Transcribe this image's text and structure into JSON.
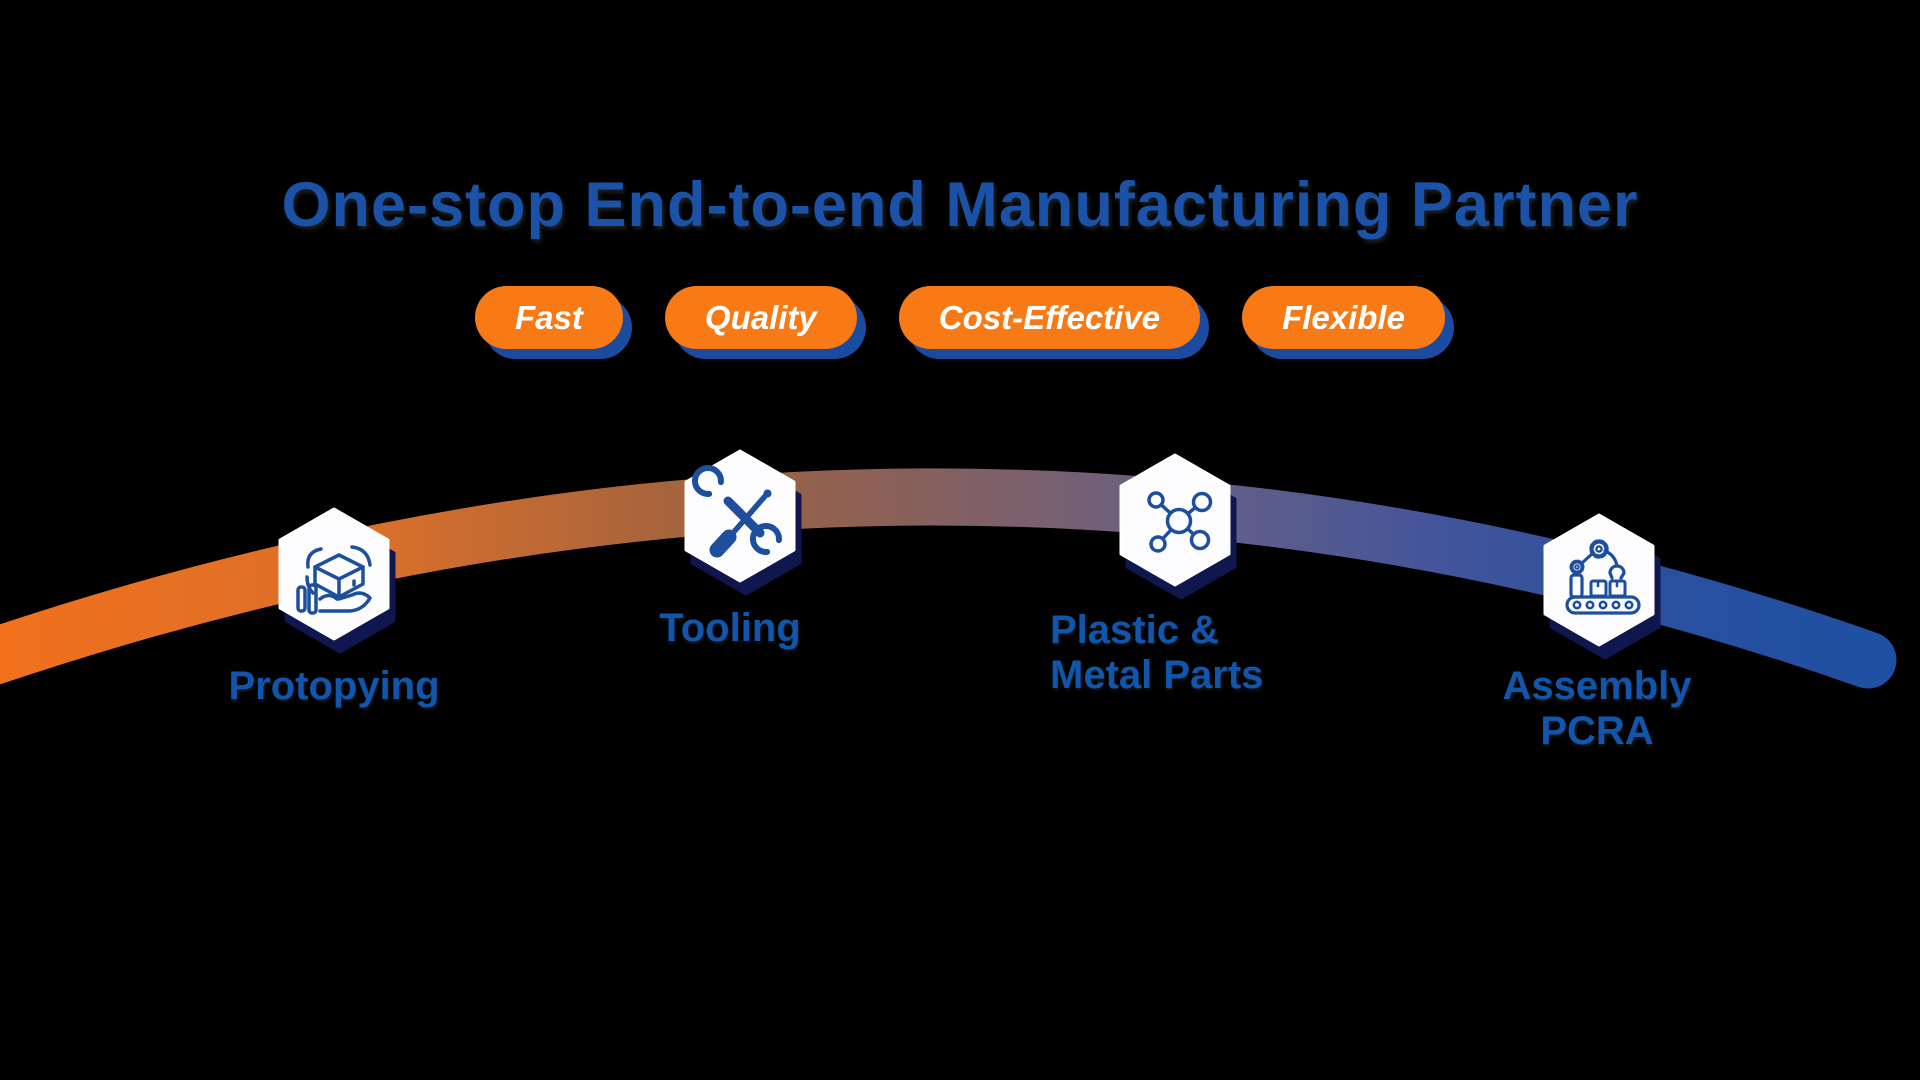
{
  "title": "One-stop End-to-end Manufacturing Partner",
  "badges": [
    {
      "label": "Fast"
    },
    {
      "label": "Quality"
    },
    {
      "label": "Cost-Effective"
    },
    {
      "label": "Flexible"
    }
  ],
  "steps": [
    {
      "name": "prototyping",
      "icon": "hand-box-icon",
      "lines": [
        "Protopying"
      ]
    },
    {
      "name": "tooling",
      "icon": "wrench-screwdriver-icon",
      "lines": [
        "Tooling"
      ]
    },
    {
      "name": "plastic-metal-parts",
      "icon": "molecule-icon",
      "lines": [
        "Plastic &",
        "Metal Parts"
      ]
    },
    {
      "name": "assembly-pcba",
      "icon": "robot-arm-conveyor-icon",
      "lines": [
        "Assembly PCRA"
      ]
    }
  ],
  "colors": {
    "background": "#000000",
    "title_blue": "#1B52A8",
    "label_blue": "#1155AC",
    "badge_orange": "#F87A16",
    "badge_text": "#FFFFFF",
    "badge_shadow_blue": "#1B4B9E",
    "icon_line_blue": "#1D4F9E",
    "hexagon_fill": "#FDFDFF",
    "hexagon_shadow_navy": "#10164E",
    "arc_gradient": [
      "#F1701C",
      "#D96F2B",
      "#9D6240",
      "#836061",
      "#686084",
      "#42549B",
      "#28509F",
      "#1E50A2"
    ]
  }
}
